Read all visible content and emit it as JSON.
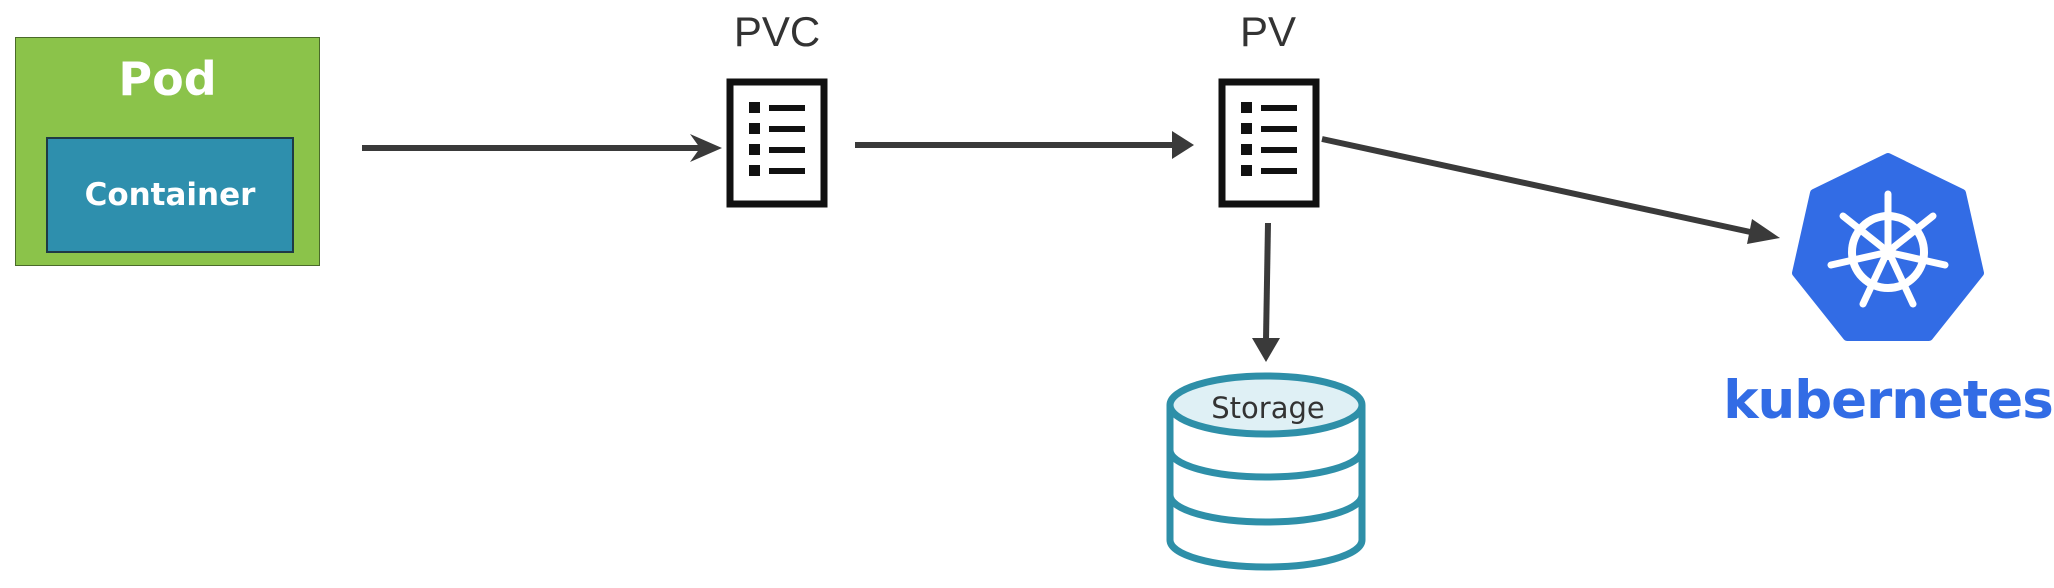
{
  "pod": {
    "title": "Pod",
    "color": "#8bc34a"
  },
  "container": {
    "title": "Container",
    "color": "#2e8fad"
  },
  "pvc": {
    "label": "PVC"
  },
  "pv": {
    "label": "PV"
  },
  "storage": {
    "label": "Storage",
    "stroke": "#2e8fa8",
    "fill": "#dff0f5"
  },
  "kubernetes": {
    "wordmark": "kubernetes",
    "color": "#326ce5"
  },
  "arrows": {
    "color": "#3a3a3a"
  }
}
